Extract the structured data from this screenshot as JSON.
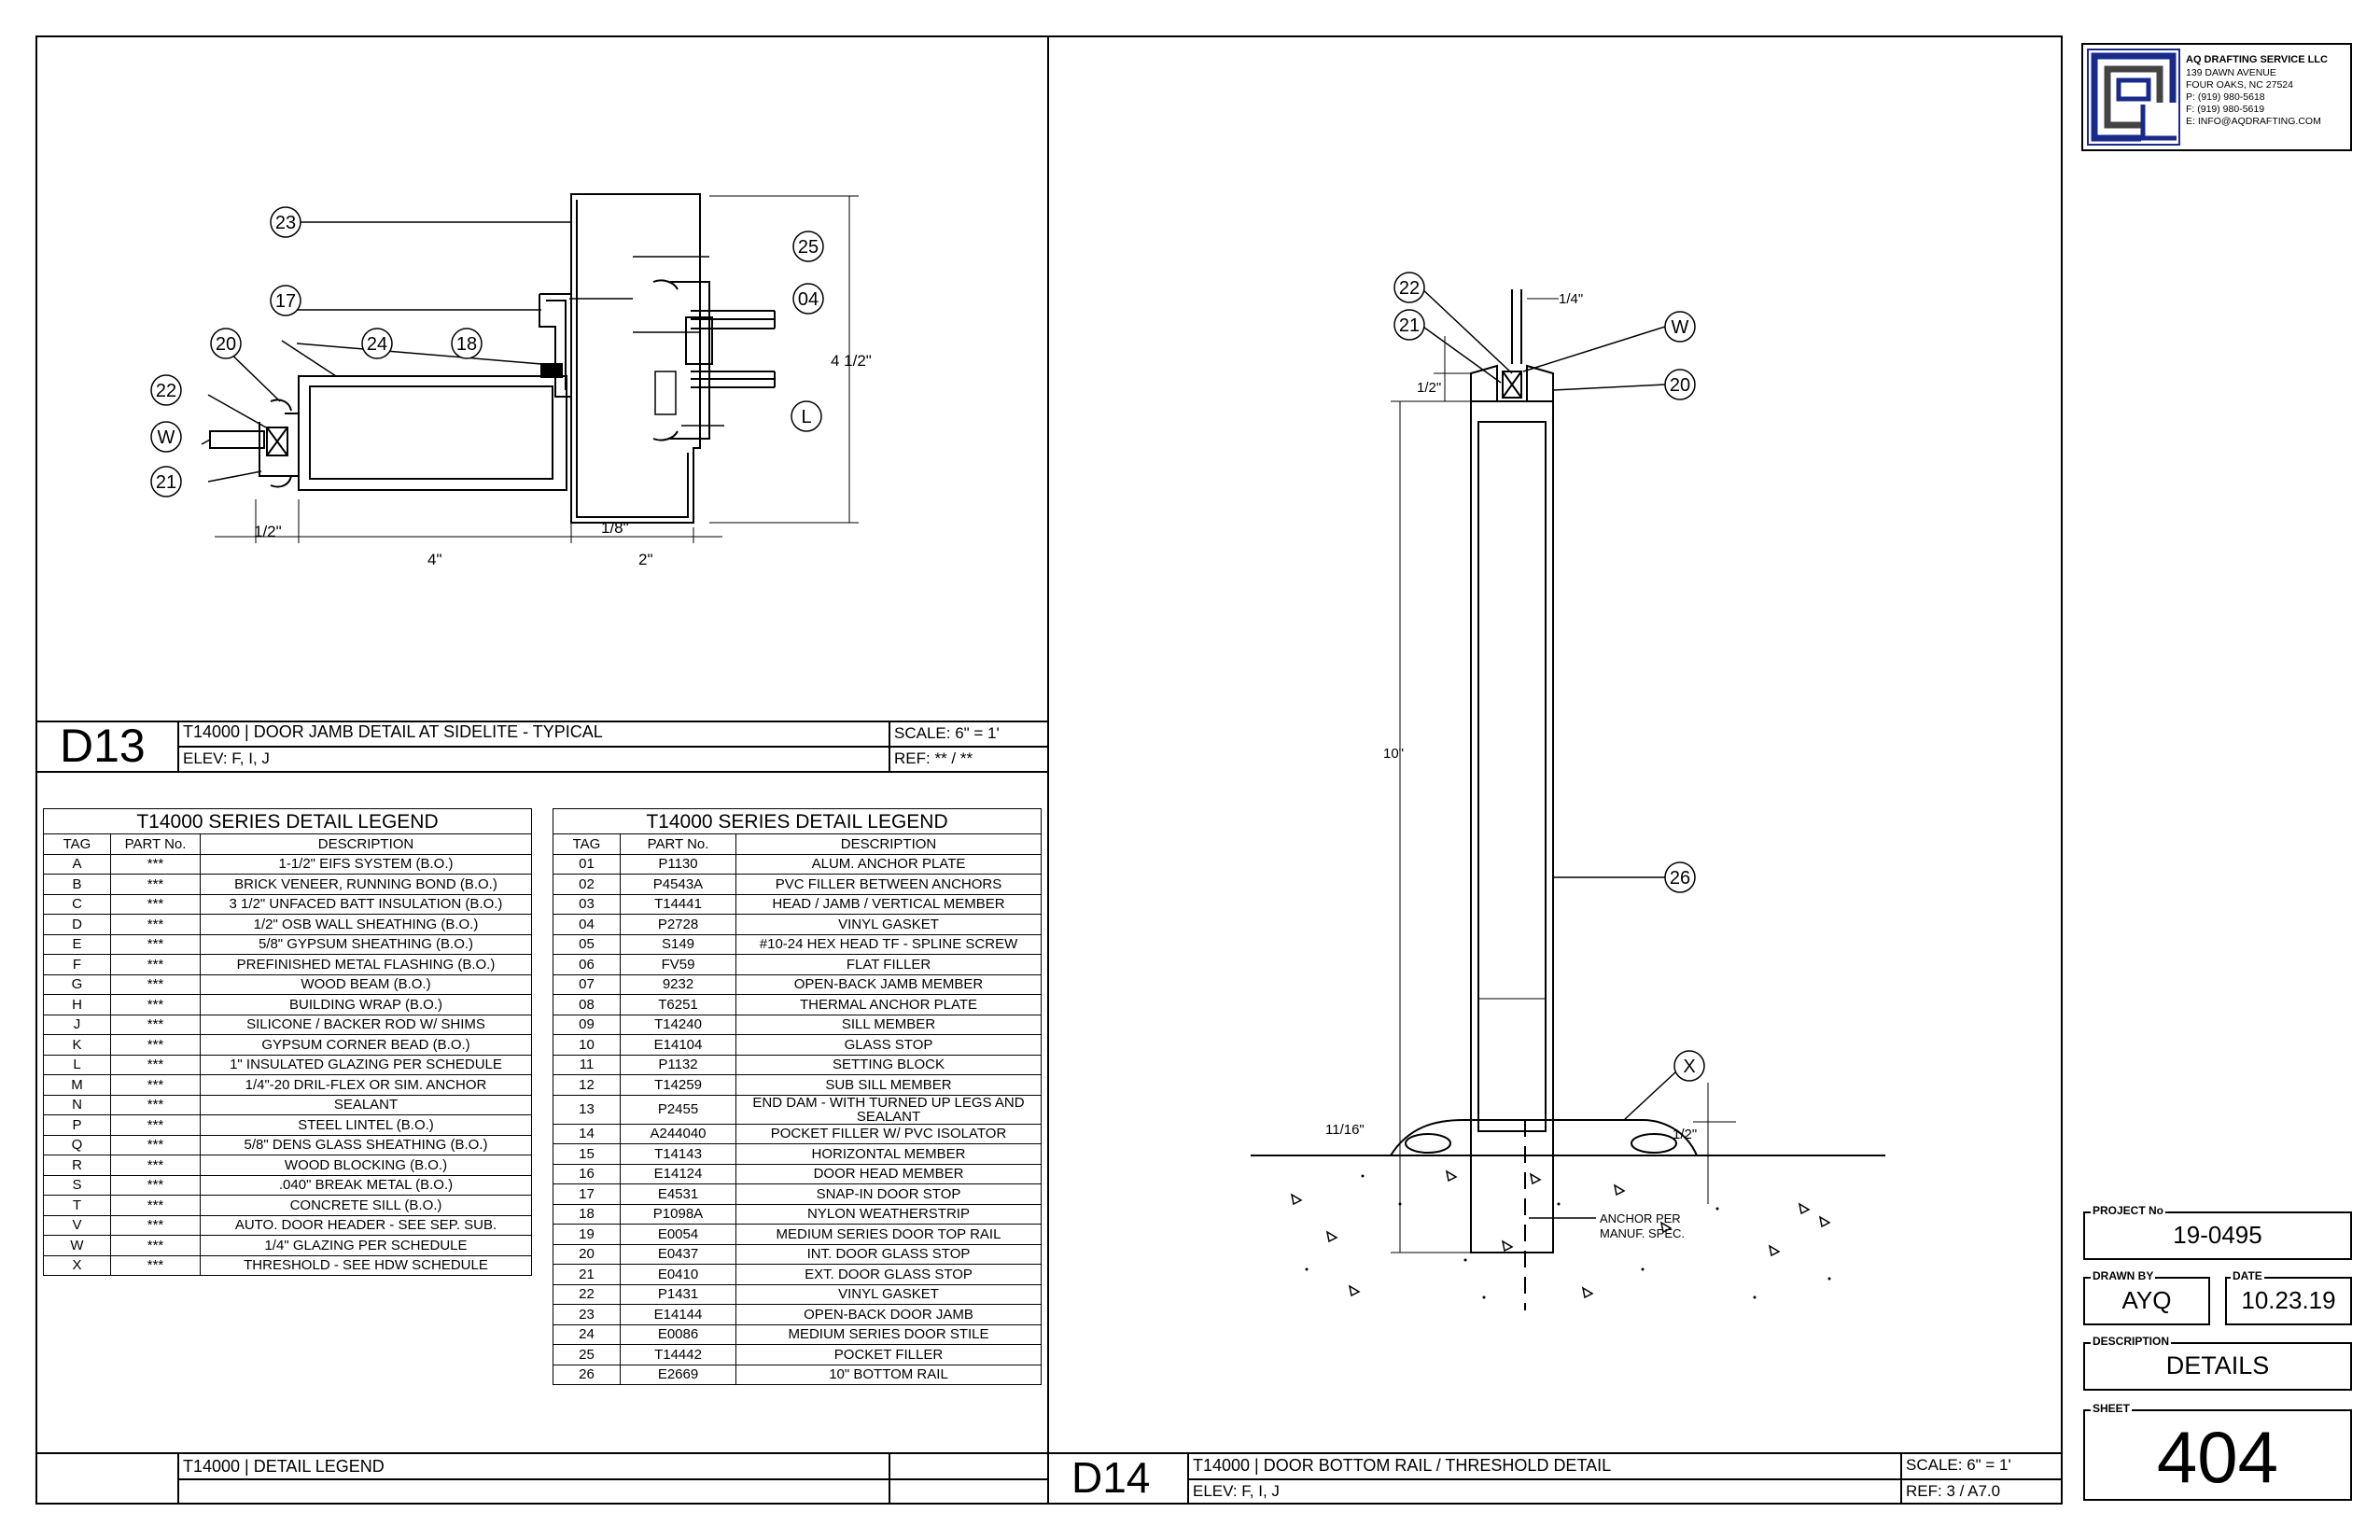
{
  "firm": {
    "name": "AQ DRAFTING SERVICE LLC",
    "lines": [
      "139 DAWN AVENUE",
      "FOUR OAKS, NC  27524",
      "P: (919) 980-5618",
      "F: (919) 980-5619",
      "E: INFO@AQDRAFTING.COM"
    ]
  },
  "title_block": {
    "project_label": "PROJECT No",
    "project_no": "19-0495",
    "drawn_label": "DRAWN BY",
    "drawn_by": "AYQ",
    "date_label": "DATE",
    "date": "10.23.19",
    "description_label": "DESCRIPTION",
    "description": "DETAILS",
    "sheet_label": "SHEET",
    "sheet": "404"
  },
  "d13": {
    "id": "D13",
    "title": "T14000  |  DOOR JAMB DETAIL AT SIDELITE - TYPICAL",
    "elev": "ELEV: F, I, J",
    "scale": "SCALE: 6\" = 1'",
    "ref": "REF: ** / **",
    "tags": [
      "23",
      "25",
      "17",
      "04",
      "20",
      "24",
      "18",
      "22",
      "W",
      "21",
      "L"
    ],
    "dims": {
      "overall_h": "4 1/2\"",
      "d_half": "1/2\"",
      "d_eighth": "1/8\"",
      "d_four": "4\"",
      "d_two": "2\""
    }
  },
  "d14": {
    "id": "D14",
    "title": "T14000  |  DOOR BOTTOM RAIL / THRESHOLD DETAIL",
    "elev": "ELEV: F, I, J",
    "scale": "SCALE: 6\" = 1'",
    "ref": "REF: 3 / A7.0",
    "tags": [
      "22",
      "21",
      "W",
      "20",
      "26",
      "X"
    ],
    "dims": {
      "quarter": "1/4\"",
      "half_top": "1/2\"",
      "ten": "10\"",
      "eleven16": "11/16\"",
      "half_bot": "1/2\""
    },
    "note": [
      "ANCHOR PER",
      "MANUF. SPEC."
    ]
  },
  "legend_title_block": {
    "title": "T14000  |  DETAIL LEGEND"
  },
  "legend_left": {
    "title": "T14000 SERIES DETAIL LEGEND",
    "headers": [
      "TAG",
      "PART No.",
      "DESCRIPTION"
    ],
    "rows": [
      [
        "A",
        "***",
        "1-1/2\" EIFS SYSTEM (B.O.)"
      ],
      [
        "B",
        "***",
        "BRICK VENEER, RUNNING BOND (B.O.)"
      ],
      [
        "C",
        "***",
        "3 1/2\" UNFACED BATT INSULATION (B.O.)"
      ],
      [
        "D",
        "***",
        "1/2\" OSB WALL SHEATHING (B.O.)"
      ],
      [
        "E",
        "***",
        "5/8\" GYPSUM SHEATHING (B.O.)"
      ],
      [
        "F",
        "***",
        "PREFINISHED METAL FLASHING (B.O.)"
      ],
      [
        "G",
        "***",
        "WOOD BEAM (B.O.)"
      ],
      [
        "H",
        "***",
        "BUILDING WRAP (B.O.)"
      ],
      [
        "J",
        "***",
        "SILICONE / BACKER ROD W/ SHIMS"
      ],
      [
        "K",
        "***",
        "GYPSUM CORNER BEAD (B.O.)"
      ],
      [
        "L",
        "***",
        "1\" INSULATED GLAZING PER SCHEDULE"
      ],
      [
        "M",
        "***",
        "1/4\"-20 DRIL-FLEX OR SIM. ANCHOR"
      ],
      [
        "N",
        "***",
        "SEALANT"
      ],
      [
        "P",
        "***",
        "STEEL LINTEL (B.O.)"
      ],
      [
        "Q",
        "***",
        "5/8\" DENS GLASS SHEATHING (B.O.)"
      ],
      [
        "R",
        "***",
        "WOOD BLOCKING (B.O.)"
      ],
      [
        "S",
        "***",
        ".040\" BREAK METAL (B.O.)"
      ],
      [
        "T",
        "***",
        "CONCRETE SILL (B.O.)"
      ],
      [
        "V",
        "***",
        "AUTO. DOOR HEADER - SEE SEP. SUB."
      ],
      [
        "W",
        "***",
        "1/4\" GLAZING PER SCHEDULE"
      ],
      [
        "X",
        "***",
        "THRESHOLD - SEE HDW SCHEDULE"
      ]
    ]
  },
  "legend_right": {
    "title": "T14000 SERIES DETAIL LEGEND",
    "headers": [
      "TAG",
      "PART No.",
      "DESCRIPTION"
    ],
    "rows": [
      [
        "01",
        "P1130",
        "ALUM. ANCHOR PLATE"
      ],
      [
        "02",
        "P4543A",
        "PVC FILLER BETWEEN ANCHORS"
      ],
      [
        "03",
        "T14441",
        "HEAD / JAMB / VERTICAL MEMBER"
      ],
      [
        "04",
        "P2728",
        "VINYL GASKET"
      ],
      [
        "05",
        "S149",
        "#10-24 HEX HEAD TF - SPLINE SCREW"
      ],
      [
        "06",
        "FV59",
        "FLAT FILLER"
      ],
      [
        "07",
        "9232",
        "OPEN-BACK JAMB MEMBER"
      ],
      [
        "08",
        "T6251",
        "THERMAL ANCHOR PLATE"
      ],
      [
        "09",
        "T14240",
        "SILL MEMBER"
      ],
      [
        "10",
        "E14104",
        "GLASS STOP"
      ],
      [
        "11",
        "P1132",
        "SETTING BLOCK"
      ],
      [
        "12",
        "T14259",
        "SUB SILL MEMBER"
      ],
      [
        "13",
        "P2455",
        "END DAM - WITH TURNED UP LEGS AND SEALANT"
      ],
      [
        "14",
        "A244040",
        "POCKET FILLER W/ PVC ISOLATOR"
      ],
      [
        "15",
        "T14143",
        "HORIZONTAL MEMBER"
      ],
      [
        "16",
        "E14124",
        "DOOR HEAD MEMBER"
      ],
      [
        "17",
        "E4531",
        "SNAP-IN DOOR STOP"
      ],
      [
        "18",
        "P1098A",
        "NYLON WEATHERSTRIP"
      ],
      [
        "19",
        "E0054",
        "MEDIUM SERIES DOOR TOP RAIL"
      ],
      [
        "20",
        "E0437",
        "INT. DOOR GLASS STOP"
      ],
      [
        "21",
        "E0410",
        "EXT. DOOR GLASS STOP"
      ],
      [
        "22",
        "P1431",
        "VINYL GASKET"
      ],
      [
        "23",
        "E14144",
        "OPEN-BACK DOOR JAMB"
      ],
      [
        "24",
        "E0086",
        "MEDIUM SERIES DOOR STILE"
      ],
      [
        "25",
        "T14442",
        "POCKET FILLER"
      ],
      [
        "26",
        "E2669",
        "10\" BOTTOM  RAIL"
      ]
    ]
  }
}
